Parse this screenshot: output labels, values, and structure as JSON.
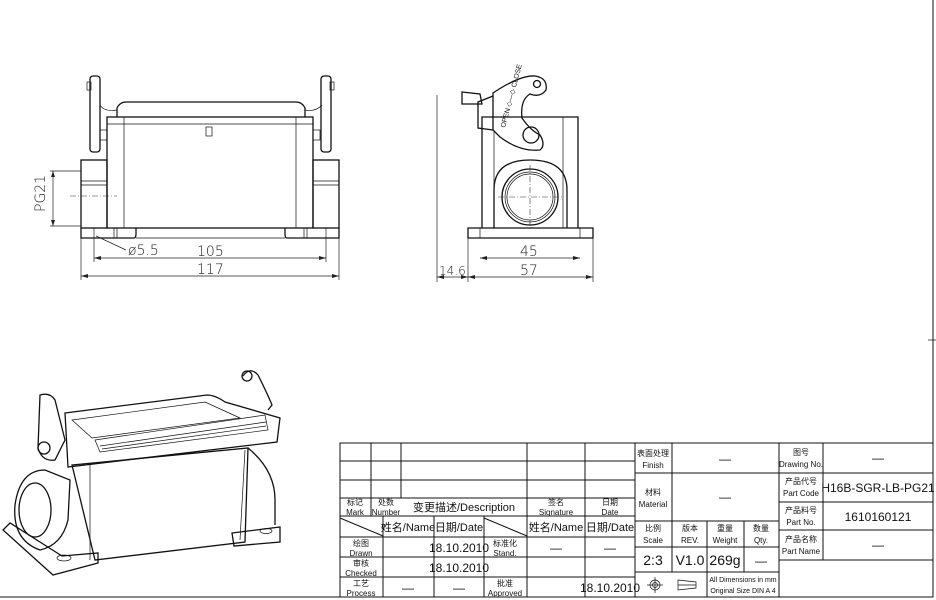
{
  "front_view": {
    "dim_pg": "PG21",
    "dim_hole": "ø5.5",
    "dim_inner": "105",
    "dim_outer": "117"
  },
  "side_view": {
    "dim_inner": "45",
    "dim_outer": "57",
    "dim_offset": "14.6"
  },
  "revision_table": {
    "mark_cn": "标记",
    "mark_en": "Mark",
    "number_cn": "处数",
    "number_en": "Number",
    "desc": "变更描述/Description",
    "signature_cn": "签名",
    "signature_en": "Signature",
    "date_cn": "日期",
    "date_en": "Date",
    "name_header": "姓名/Name",
    "date_header": "日期/Date",
    "name_header2": "姓名/Name",
    "date_header2": "日期/Date",
    "drawn_cn": "绘图",
    "drawn_en": "Drawn",
    "drawn_date": "18.10.2010",
    "checked_cn": "审核",
    "checked_en": "Checked",
    "checked_date": "18.10.2010",
    "process_cn": "工艺",
    "process_en": "Process",
    "process_name": "—",
    "process_date": "—",
    "stand_cn": "标准化",
    "stand_en": "Stand.",
    "stand_name": "—",
    "stand_date": "—",
    "approved_cn": "批准",
    "approved_en": "Approved",
    "approved_date": "18.10.2010"
  },
  "title_block": {
    "finish_cn": "表面处理",
    "finish_en": "Finish",
    "finish_value": "—",
    "material_cn": "材料",
    "material_en": "Material",
    "material_value": "—",
    "scale_cn": "比例",
    "scale_en": "Scale",
    "scale_value": "2:3",
    "rev_cn": "版本",
    "rev_en": "REV.",
    "rev_value": "V1.0",
    "weight_cn": "重量",
    "weight_en": "Weight",
    "weight_value": "269g",
    "qty_cn": "数量",
    "qty_en": "Qty.",
    "qty_value": "—",
    "note_line1": "All Dimensions in mm",
    "note_line2": "Original Size DIN A 4",
    "drawing_no_cn": "图号",
    "drawing_no_en": "Drawing No.",
    "drawing_no_value": "—",
    "part_code_cn": "产品代号",
    "part_code_en": "Part Code",
    "part_code_value": "H16B-SGR-LB-PG21",
    "part_no_cn": "产品料号",
    "part_no_en": "Part No.",
    "part_no_value": "1610160121",
    "part_name_cn": "产品名称",
    "part_name_en": "Part Name",
    "part_name_value": "—"
  }
}
